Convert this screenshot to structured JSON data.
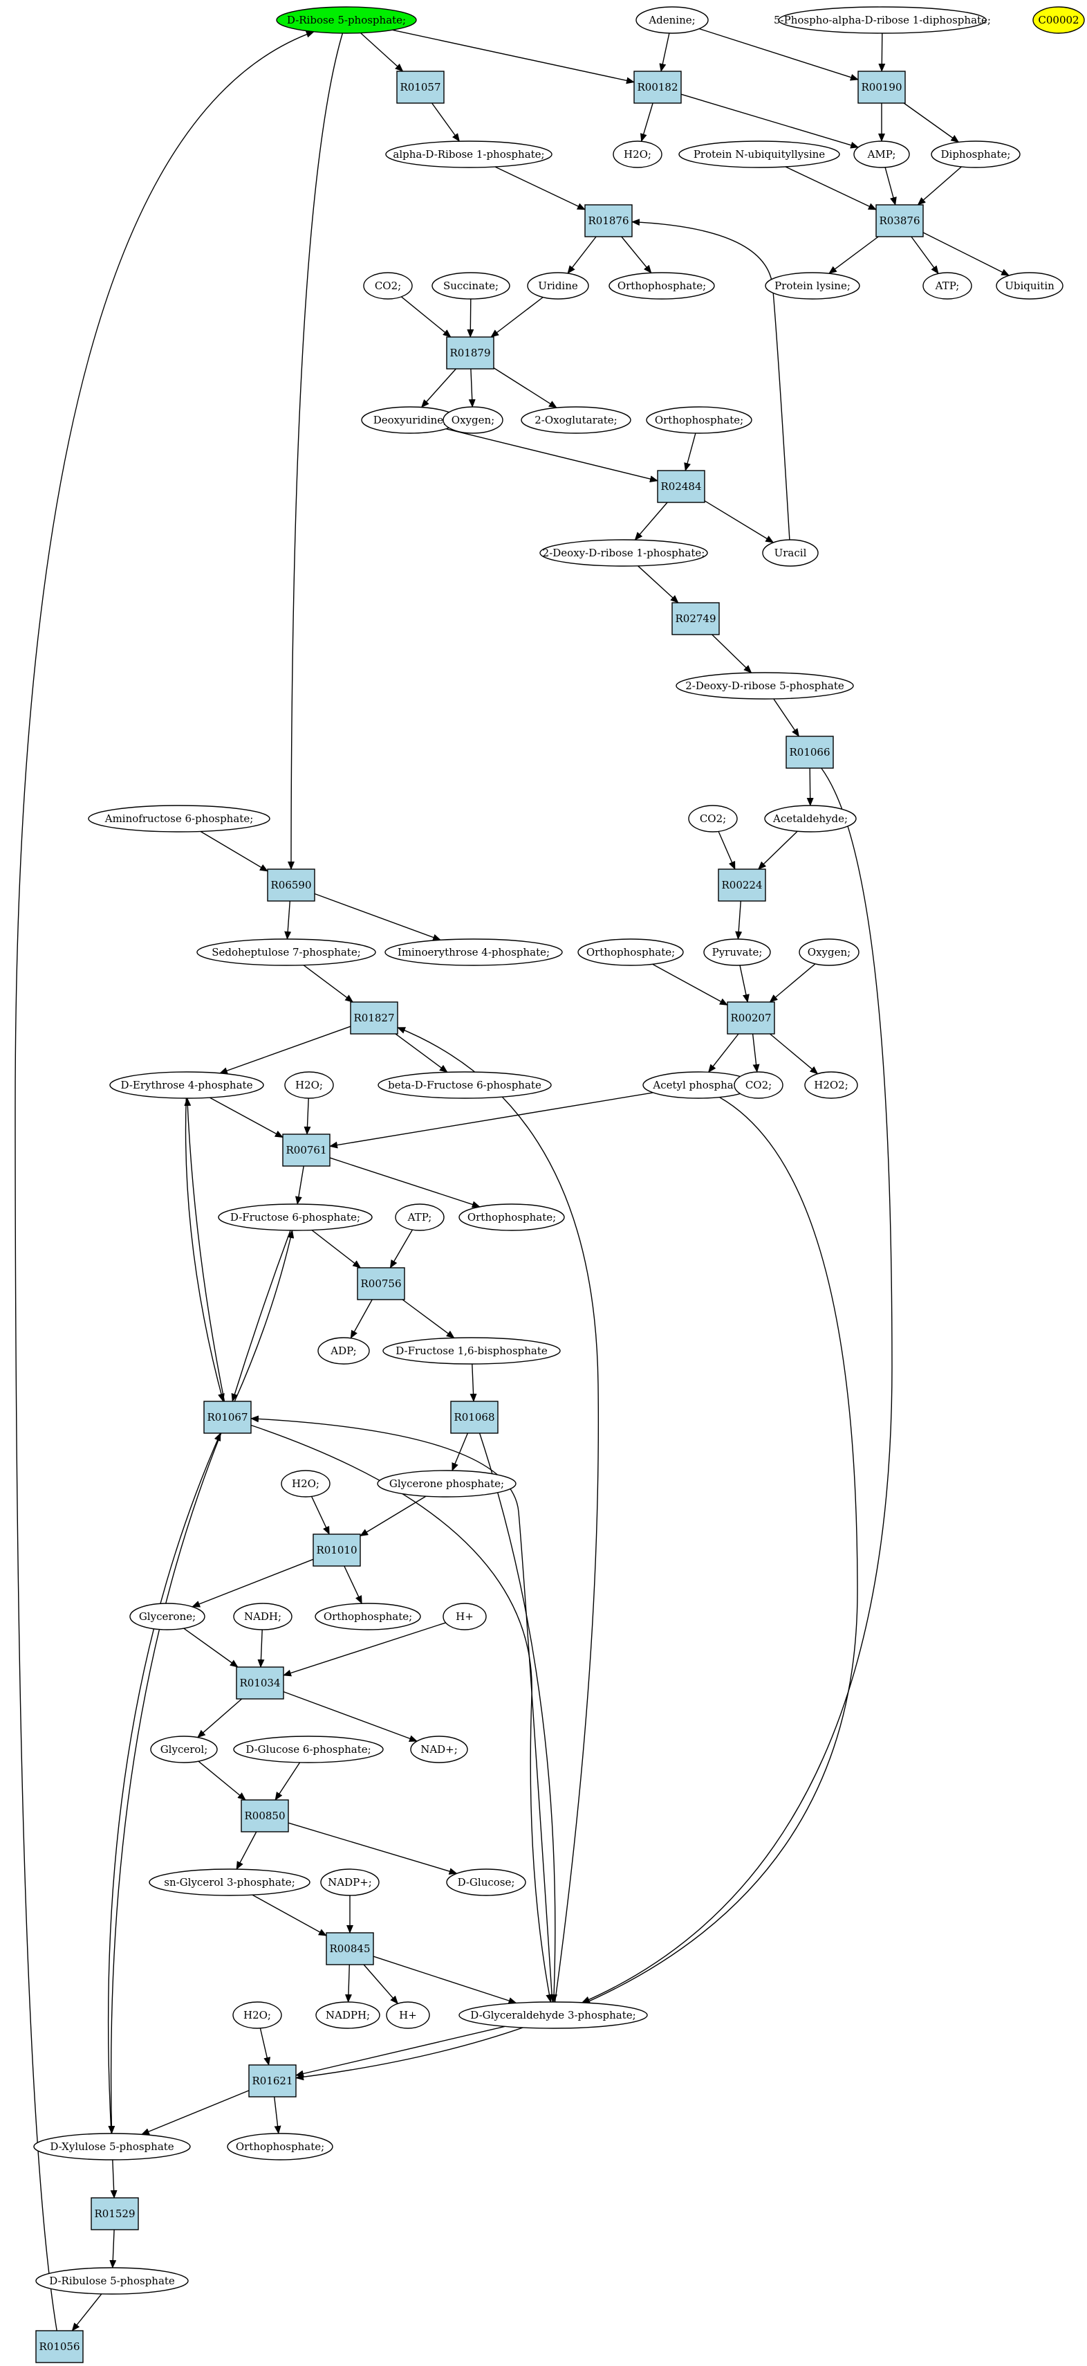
{
  "diagram": {
    "compounds": {
      "d_ribose_5p": {
        "label": "D-Ribose 5-phosphate;",
        "fill": "#00ee00"
      },
      "adenine": {
        "label": "Adenine;"
      },
      "prpp": {
        "label": "5-Phospho-alpha-D-ribose 1-diphosphate;"
      },
      "c00002": {
        "label": "C00002",
        "fill": "#ffff00"
      },
      "a_d_ribose_1p": {
        "label": "alpha-D-Ribose 1-phosphate;"
      },
      "h2o_1": {
        "label": "H2O;"
      },
      "amp": {
        "label": "AMP;"
      },
      "diphosphate": {
        "label": "Diphosphate;"
      },
      "prot_n_ubiq": {
        "label": "Protein N-ubiquityllysine"
      },
      "co2_1": {
        "label": "CO2;"
      },
      "succinate": {
        "label": "Succinate;"
      },
      "uridine": {
        "label": "Uridine"
      },
      "orthophos_1": {
        "label": "Orthophosphate;"
      },
      "prot_lysine": {
        "label": "Protein lysine;"
      },
      "atp_1": {
        "label": "ATP;"
      },
      "ubiquitin": {
        "label": "Ubiquitin"
      },
      "deoxyuridine": {
        "label": "Deoxyuridine;"
      },
      "oxygen_1": {
        "label": "Oxygen;"
      },
      "oxoglutarate": {
        "label": "2-Oxoglutarate;"
      },
      "orthophos_2": {
        "label": "Orthophosphate;"
      },
      "deoxyribose_1p": {
        "label": "2-Deoxy-D-ribose 1-phosphate;"
      },
      "uracil": {
        "label": "Uracil"
      },
      "deoxyribose_5p": {
        "label": "2-Deoxy-D-ribose 5-phosphate"
      },
      "aminofructose_6p": {
        "label": "Aminofructose 6-phosphate;"
      },
      "co2_2": {
        "label": "CO2;"
      },
      "acetaldehyde": {
        "label": "Acetaldehyde;"
      },
      "sedoheptulose_7p": {
        "label": "Sedoheptulose 7-phosphate;"
      },
      "iminoerythrose_4p": {
        "label": "Iminoerythrose 4-phosphate;"
      },
      "orthophos_3": {
        "label": "Orthophosphate;"
      },
      "pyruvate": {
        "label": "Pyruvate;"
      },
      "oxygen_2": {
        "label": "Oxygen;"
      },
      "d_erythrose_4p": {
        "label": "D-Erythrose 4-phosphate"
      },
      "h2o_2": {
        "label": "H2O;"
      },
      "beta_fructose_6p": {
        "label": "beta-D-Fructose 6-phosphate"
      },
      "acetyl_phosphate": {
        "label": "Acetyl phosphate"
      },
      "co2_3": {
        "label": "CO2;"
      },
      "h2o2": {
        "label": "H2O2;"
      },
      "d_fructose_6p": {
        "label": "D-Fructose 6-phosphate;"
      },
      "atp_2": {
        "label": "ATP;"
      },
      "orthophos_4": {
        "label": "Orthophosphate;"
      },
      "adp": {
        "label": "ADP;"
      },
      "fructose_16bp": {
        "label": "D-Fructose 1,6-bisphosphate"
      },
      "h2o_3": {
        "label": "H2O;"
      },
      "glycerone_p": {
        "label": "Glycerone phosphate;"
      },
      "glycerone": {
        "label": "Glycerone;"
      },
      "nadh": {
        "label": "NADH;"
      },
      "orthophos_5": {
        "label": "Orthophosphate;"
      },
      "h_plus_1": {
        "label": "H+"
      },
      "glycerol": {
        "label": "Glycerol;"
      },
      "d_glucose_6p": {
        "label": "D-Glucose 6-phosphate;"
      },
      "nad_plus": {
        "label": "NAD+;"
      },
      "sn_glycerol_3p": {
        "label": "sn-Glycerol 3-phosphate;"
      },
      "nadp_plus": {
        "label": "NADP+;"
      },
      "d_glucose": {
        "label": "D-Glucose;"
      },
      "h2o_4": {
        "label": "H2O;"
      },
      "nadph": {
        "label": "NADPH;"
      },
      "h_plus_2": {
        "label": "H+"
      },
      "glyceraldehyde_3p": {
        "label": "D-Glyceraldehyde 3-phosphate;"
      },
      "d_xylulose_5p": {
        "label": "D-Xylulose 5-phosphate"
      },
      "orthophos_6": {
        "label": "Orthophosphate;"
      },
      "d_ribulose_5p": {
        "label": "D-Ribulose 5-phosphate"
      }
    },
    "reactions": {
      "R01057": {
        "label": "R01057"
      },
      "R00182": {
        "label": "R00182"
      },
      "R00190": {
        "label": "R00190"
      },
      "R01876": {
        "label": "R01876"
      },
      "R03876": {
        "label": "R03876"
      },
      "R01879": {
        "label": "R01879"
      },
      "R02484": {
        "label": "R02484"
      },
      "R02749": {
        "label": "R02749"
      },
      "R01066": {
        "label": "R01066"
      },
      "R06590": {
        "label": "R06590"
      },
      "R00224": {
        "label": "R00224"
      },
      "R01827": {
        "label": "R01827"
      },
      "R00207": {
        "label": "R00207"
      },
      "R00761": {
        "label": "R00761"
      },
      "R00756": {
        "label": "R00756"
      },
      "R01067": {
        "label": "R01067"
      },
      "R01068": {
        "label": "R01068"
      },
      "R01010": {
        "label": "R01010"
      },
      "R01034": {
        "label": "R01034"
      },
      "R00850": {
        "label": "R00850"
      },
      "R00845": {
        "label": "R00845"
      },
      "R01621": {
        "label": "R01621"
      },
      "R01529": {
        "label": "R01529"
      },
      "R01056": {
        "label": "R01056"
      }
    }
  }
}
